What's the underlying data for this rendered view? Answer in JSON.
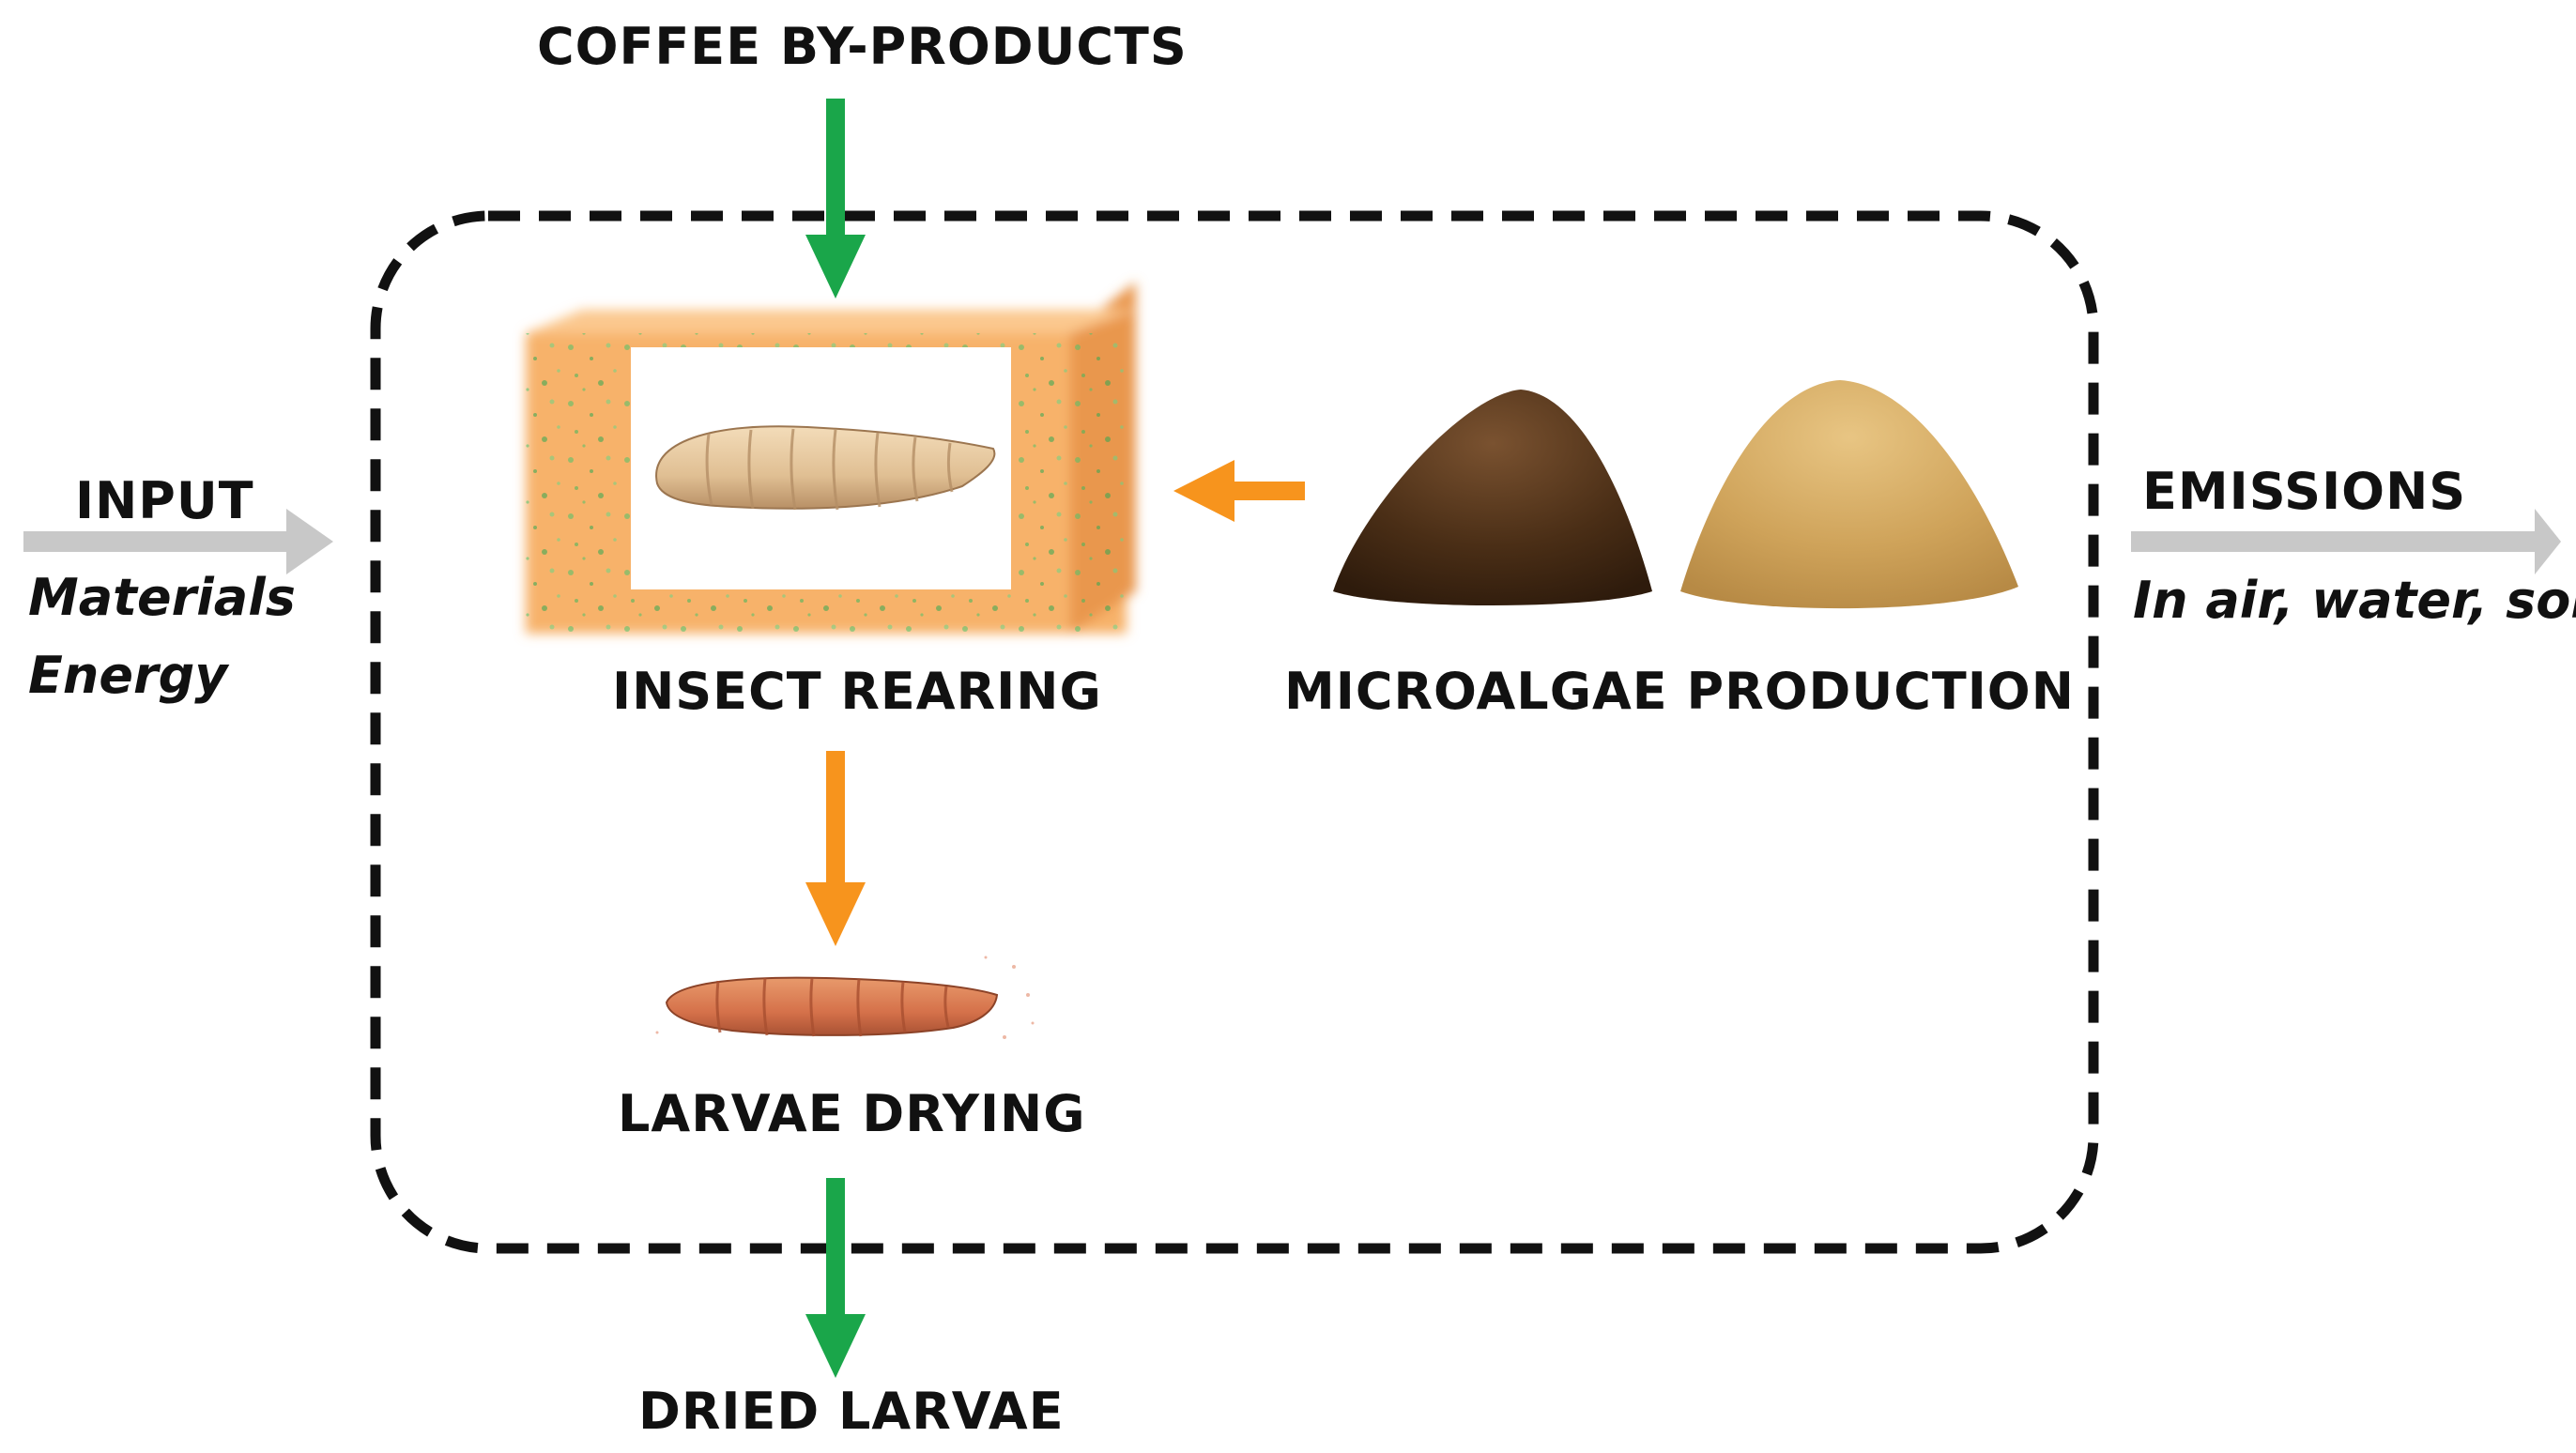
{
  "labels": {
    "coffee_byproducts": "COFFEE BY-PRODUCTS",
    "input": "INPUT",
    "input_items": [
      "Materials",
      "Energy"
    ],
    "emissions": "EMISSIONS",
    "emissions_detail": "In air, water, soil",
    "insect_rearing": "INSECT REARING",
    "microalgae_production": "MICROALGAE PRODUCTION",
    "larvae_drying": "LARVAE DRYING",
    "dried_larvae": "DRIED LARVAE"
  },
  "colors": {
    "external_flow_green": "#1aa64a",
    "internal_flow_orange": "#f7941d",
    "boundary_flow_gray": "#c8c8c8",
    "system_boundary": "#111111",
    "rearing_substrate": "#f7b26b",
    "larva_live": "#e8c9a0",
    "larva_dried": "#d9744a",
    "algae_dark": "#5a3a1e",
    "algae_light": "#d4a85a"
  },
  "icons": {
    "insect_rearing": "rearing-box-with-larva",
    "microalgae": "powder-piles",
    "dried_larva": "dried-larva"
  }
}
